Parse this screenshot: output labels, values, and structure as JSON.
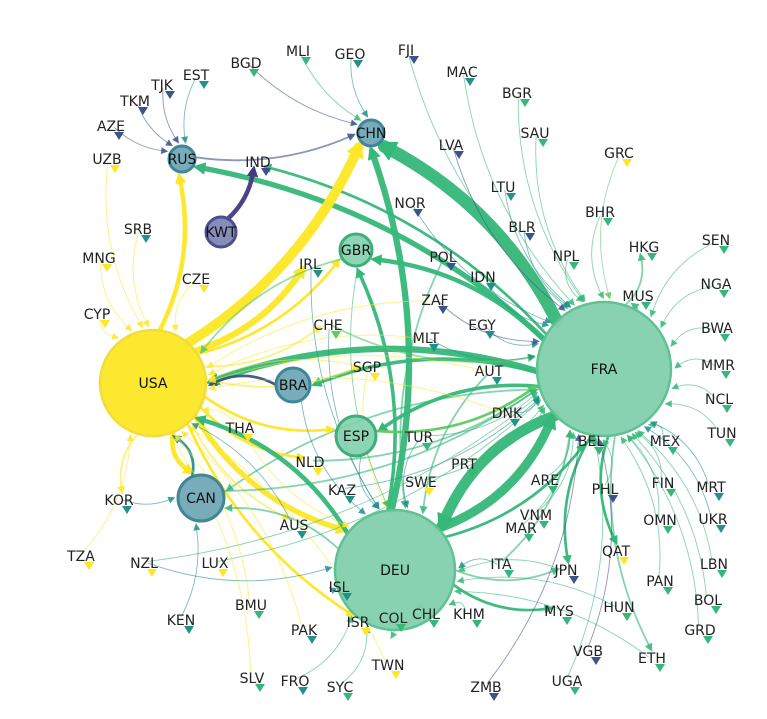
{
  "colors": {
    "usa": "#fde725",
    "fra": "#35b779",
    "fra_fill": "#82d0ad",
    "deu_fill": "#82d0ad",
    "teal": "#21918c",
    "blue": "#3b528b",
    "purple": "#443983",
    "light_green": "#5ec962",
    "node_blue": "#6aa3b4",
    "kwt": "#7b7fb2"
  },
  "nodes": [
    {
      "id": "USA",
      "label": "USA",
      "kind": "big-yellow"
    },
    {
      "id": "FRA",
      "label": "FRA",
      "kind": "big-green"
    },
    {
      "id": "DEU",
      "label": "DEU",
      "kind": "big-green"
    },
    {
      "id": "CAN",
      "label": "CAN",
      "kind": "mid-teal"
    },
    {
      "id": "BRA",
      "label": "BRA",
      "kind": "mid-teal"
    },
    {
      "id": "RUS",
      "label": "RUS",
      "kind": "small-teal"
    },
    {
      "id": "KWT",
      "label": "KWT",
      "kind": "mid-purple"
    },
    {
      "id": "CHN",
      "label": "CHN",
      "kind": "small-teal"
    },
    {
      "id": "GBR",
      "label": "GBR",
      "kind": "small-green"
    },
    {
      "id": "ESP",
      "label": "ESP",
      "kind": "small-green"
    },
    {
      "id": "BGD",
      "label": "BGD"
    },
    {
      "id": "MLI",
      "label": "MLI"
    },
    {
      "id": "GEO",
      "label": "GEO"
    },
    {
      "id": "FJI",
      "label": "FJI"
    },
    {
      "id": "TJK",
      "label": "TJK"
    },
    {
      "id": "EST",
      "label": "EST"
    },
    {
      "id": "TKM",
      "label": "TKM"
    },
    {
      "id": "MAC",
      "label": "MAC"
    },
    {
      "id": "BGR",
      "label": "BGR"
    },
    {
      "id": "AZE",
      "label": "AZE"
    },
    {
      "id": "SAU",
      "label": "SAU"
    },
    {
      "id": "UZB",
      "label": "UZB"
    },
    {
      "id": "IND",
      "label": "IND"
    },
    {
      "id": "LVA",
      "label": "LVA"
    },
    {
      "id": "GRC",
      "label": "GRC"
    },
    {
      "id": "LTU",
      "label": "LTU"
    },
    {
      "id": "NOR",
      "label": "NOR"
    },
    {
      "id": "BHR",
      "label": "BHR"
    },
    {
      "id": "SRB",
      "label": "SRB"
    },
    {
      "id": "BLR",
      "label": "BLR"
    },
    {
      "id": "HKG",
      "label": "HKG"
    },
    {
      "id": "SEN",
      "label": "SEN"
    },
    {
      "id": "MNG",
      "label": "MNG"
    },
    {
      "id": "IRL",
      "label": "IRL"
    },
    {
      "id": "POL",
      "label": "POL"
    },
    {
      "id": "NPL",
      "label": "NPL"
    },
    {
      "id": "IDN",
      "label": "IDN"
    },
    {
      "id": "CZE",
      "label": "CZE"
    },
    {
      "id": "NGA",
      "label": "NGA"
    },
    {
      "id": "MUS",
      "label": "MUS"
    },
    {
      "id": "ZAF",
      "label": "ZAF"
    },
    {
      "id": "CYP",
      "label": "CYP"
    },
    {
      "id": "BWA",
      "label": "BWA"
    },
    {
      "id": "CHE",
      "label": "CHE"
    },
    {
      "id": "EGY",
      "label": "EGY"
    },
    {
      "id": "MLT",
      "label": "MLT"
    },
    {
      "id": "MMR",
      "label": "MMR"
    },
    {
      "id": "SGP",
      "label": "SGP"
    },
    {
      "id": "AUT",
      "label": "AUT"
    },
    {
      "id": "NCL",
      "label": "NCL"
    },
    {
      "id": "DNK",
      "label": "DNK"
    },
    {
      "id": "THA",
      "label": "THA"
    },
    {
      "id": "TUN",
      "label": "TUN"
    },
    {
      "id": "MEX",
      "label": "MEX"
    },
    {
      "id": "TUR",
      "label": "TUR"
    },
    {
      "id": "BEL",
      "label": "BEL"
    },
    {
      "id": "NLD",
      "label": "NLD"
    },
    {
      "id": "PRT",
      "label": "PRT"
    },
    {
      "id": "FIN",
      "label": "FIN"
    },
    {
      "id": "ARE",
      "label": "ARE"
    },
    {
      "id": "KAZ",
      "label": "KAZ"
    },
    {
      "id": "SWE",
      "label": "SWE"
    },
    {
      "id": "KOR",
      "label": "KOR"
    },
    {
      "id": "MRT",
      "label": "MRT"
    },
    {
      "id": "PHL",
      "label": "PHL"
    },
    {
      "id": "VNM",
      "label": "VNM"
    },
    {
      "id": "AUS",
      "label": "AUS"
    },
    {
      "id": "OMN",
      "label": "OMN"
    },
    {
      "id": "UKR",
      "label": "UKR"
    },
    {
      "id": "MAR",
      "label": "MAR"
    },
    {
      "id": "QAT",
      "label": "QAT"
    },
    {
      "id": "TZA",
      "label": "TZA"
    },
    {
      "id": "NZL",
      "label": "NZL"
    },
    {
      "id": "LUX",
      "label": "LUX"
    },
    {
      "id": "ITA",
      "label": "ITA"
    },
    {
      "id": "JPN",
      "label": "JPN"
    },
    {
      "id": "LBN",
      "label": "LBN"
    },
    {
      "id": "PAN",
      "label": "PAN"
    },
    {
      "id": "ISL",
      "label": "ISL"
    },
    {
      "id": "BOL",
      "label": "BOL"
    },
    {
      "id": "BMU",
      "label": "BMU"
    },
    {
      "id": "KEN",
      "label": "KEN"
    },
    {
      "id": "HUN",
      "label": "HUN"
    },
    {
      "id": "MYS",
      "label": "MYS"
    },
    {
      "id": "KHM",
      "label": "KHM"
    },
    {
      "id": "CHL",
      "label": "CHL"
    },
    {
      "id": "COL",
      "label": "COL"
    },
    {
      "id": "ISR",
      "label": "ISR"
    },
    {
      "id": "PAK",
      "label": "PAK"
    },
    {
      "id": "GRD",
      "label": "GRD"
    },
    {
      "id": "VGB",
      "label": "VGB"
    },
    {
      "id": "ETH",
      "label": "ETH"
    },
    {
      "id": "TWN",
      "label": "TWN"
    },
    {
      "id": "SLV",
      "label": "SLV"
    },
    {
      "id": "FRO",
      "label": "FRO"
    },
    {
      "id": "SYC",
      "label": "SYC"
    },
    {
      "id": "ZMB",
      "label": "ZMB"
    },
    {
      "id": "UGA",
      "label": "UGA"
    }
  ],
  "edges": [
    {
      "from": "FRA",
      "to": "CHN",
      "weight": 14,
      "color": "fra"
    },
    {
      "from": "FRA",
      "to": "RUS",
      "weight": 6,
      "color": "fra"
    },
    {
      "from": "FRA",
      "to": "USA",
      "weight": 7,
      "color": "fra"
    },
    {
      "from": "FRA",
      "to": "GBR",
      "weight": 5,
      "color": "fra"
    },
    {
      "from": "FRA",
      "to": "DEU",
      "weight": 12,
      "color": "fra"
    },
    {
      "from": "FRA",
      "to": "IND",
      "weight": 3,
      "color": "fra"
    },
    {
      "from": "FRA",
      "to": "BRA",
      "weight": 4,
      "color": "fra"
    },
    {
      "from": "FRA",
      "to": "ESP",
      "weight": 4,
      "color": "fra"
    },
    {
      "from": "FRA",
      "to": "JPN",
      "weight": 3,
      "color": "fra"
    },
    {
      "from": "FRA",
      "to": "ETH",
      "weight": 2,
      "color": "fra"
    },
    {
      "from": "FRA",
      "to": "MUS",
      "weight": 2,
      "color": "fra"
    },
    {
      "from": "FRA",
      "to": "HKG",
      "weight": 2,
      "color": "fra"
    },
    {
      "from": "FRA",
      "to": "QAT",
      "weight": 3,
      "color": "fra"
    },
    {
      "from": "FRA",
      "to": "CAN",
      "weight": 2,
      "color": "fra"
    },
    {
      "from": "USA",
      "to": "CHN",
      "weight": 11,
      "color": "usa"
    },
    {
      "from": "USA",
      "to": "IRL",
      "weight": 7,
      "color": "usa"
    },
    {
      "from": "USA",
      "to": "RUS",
      "weight": 5,
      "color": "usa"
    },
    {
      "from": "USA",
      "to": "DEU",
      "weight": 6,
      "color": "usa"
    },
    {
      "from": "USA",
      "to": "CAN",
      "weight": 5,
      "color": "usa"
    },
    {
      "from": "USA",
      "to": "GBR",
      "weight": 3,
      "color": "usa"
    },
    {
      "from": "USA",
      "to": "ESP",
      "weight": 3,
      "color": "usa"
    },
    {
      "from": "USA",
      "to": "NLD",
      "weight": 3,
      "color": "usa"
    },
    {
      "from": "USA",
      "to": "ISR",
      "weight": 3,
      "color": "usa"
    },
    {
      "from": "USA",
      "to": "KOR",
      "weight": 2,
      "color": "usa"
    },
    {
      "from": "USA",
      "to": "AUS",
      "weight": 2,
      "color": "usa"
    },
    {
      "from": "USA",
      "to": "CHE",
      "weight": 2,
      "color": "usa"
    },
    {
      "from": "USA",
      "to": "SGP",
      "weight": 2,
      "color": "usa"
    },
    {
      "from": "DEU",
      "to": "FRA",
      "weight": 10,
      "color": "fra"
    },
    {
      "from": "DEU",
      "to": "CHN",
      "weight": 7,
      "color": "fra"
    },
    {
      "from": "DEU",
      "to": "USA",
      "weight": 5,
      "color": "fra"
    },
    {
      "from": "DEU",
      "to": "GBR",
      "weight": 4,
      "color": "fra"
    },
    {
      "from": "DEU",
      "to": "CAN",
      "weight": 2,
      "color": "fra"
    },
    {
      "from": "DEU",
      "to": "BEL",
      "weight": 3,
      "color": "fra"
    },
    {
      "from": "DEU",
      "to": "MYS",
      "weight": 3,
      "color": "fra"
    },
    {
      "from": "DEU",
      "to": "JPN",
      "weight": 2,
      "color": "fra"
    },
    {
      "from": "DEU",
      "to": "CHL",
      "weight": 2,
      "color": "fra"
    },
    {
      "from": "KWT",
      "to": "IND",
      "weight": 5,
      "color": "purple"
    },
    {
      "from": "BRA",
      "to": "USA",
      "weight": 3,
      "color": "blue"
    },
    {
      "from": "CAN",
      "to": "USA",
      "weight": 3,
      "color": "teal"
    },
    {
      "from": "RUS",
      "to": "CHN",
      "weight": 2,
      "color": "blue"
    },
    {
      "from": "ESP",
      "to": "FRA",
      "weight": 3,
      "color": "light_green"
    },
    {
      "from": "GBR",
      "to": "USA",
      "weight": 2,
      "color": "light_green"
    },
    {
      "from": "BEL",
      "to": "FRA",
      "weight": 3,
      "color": "fra"
    },
    {
      "from": "CHE",
      "to": "FRA",
      "weight": 2,
      "color": "light_green"
    },
    {
      "from": "ITA",
      "to": "FRA",
      "weight": 2,
      "color": "fra"
    },
    {
      "from": "NLD",
      "to": "FRA",
      "weight": 2,
      "color": "fra"
    },
    {
      "from": "LUX",
      "to": "FRA",
      "weight": 1,
      "color": "fra"
    },
    {
      "from": "POL",
      "to": "DEU",
      "weight": 2,
      "color": "fra"
    },
    {
      "from": "CAN",
      "to": "FRA",
      "weight": 2,
      "color": "fra"
    },
    {
      "from": "AUT",
      "to": "DEU",
      "weight": 2,
      "color": "fra"
    },
    {
      "from": "NZL",
      "to": "FRA",
      "weight": 1,
      "color": "fra"
    },
    {
      "from": "MAC",
      "to": "FRA",
      "weight": 1,
      "color": "fra"
    },
    {
      "from": "FJI",
      "to": "FRA",
      "weight": 1,
      "color": "fra"
    },
    {
      "from": "BGR",
      "to": "FRA",
      "weight": 1,
      "color": "fra"
    },
    {
      "from": "SAU",
      "to": "FRA",
      "weight": 1,
      "color": "fra"
    },
    {
      "from": "HUN",
      "to": "DEU",
      "weight": 1,
      "color": "fra"
    },
    {
      "from": "KHM",
      "to": "DEU",
      "weight": 1,
      "color": "fra"
    },
    {
      "from": "TWN",
      "to": "USA",
      "weight": 1,
      "color": "usa"
    },
    {
      "from": "UZB",
      "to": "USA",
      "weight": 1,
      "color": "usa"
    },
    {
      "from": "SRB",
      "to": "USA",
      "weight": 1,
      "color": "usa"
    },
    {
      "from": "SGP",
      "to": "USA",
      "weight": 1,
      "color": "usa"
    },
    {
      "from": "THA",
      "to": "USA",
      "weight": 1,
      "color": "usa"
    },
    {
      "from": "BGD",
      "to": "CHN",
      "weight": 1,
      "color": "blue"
    },
    {
      "from": "NOR",
      "to": "FRA",
      "weight": 1,
      "color": "teal"
    },
    {
      "from": "LVA",
      "to": "FRA",
      "weight": 1,
      "color": "blue"
    },
    {
      "from": "TUR",
      "to": "FRA",
      "weight": 1,
      "color": "fra"
    },
    {
      "from": "SWE",
      "to": "FRA",
      "weight": 1,
      "color": "fra"
    },
    {
      "from": "IDN",
      "to": "FRA",
      "weight": 1,
      "color": "teal"
    },
    {
      "from": "MLT",
      "to": "FRA",
      "weight": 1,
      "color": "teal"
    },
    {
      "from": "EGY",
      "to": "FRA",
      "weight": 1,
      "color": "teal"
    },
    {
      "from": "DNK",
      "to": "FRA",
      "weight": 1,
      "color": "teal"
    },
    {
      "from": "PRT",
      "to": "FRA",
      "weight": 1,
      "color": "fra"
    },
    {
      "from": "ARE",
      "to": "FRA",
      "weight": 1,
      "color": "fra"
    },
    {
      "from": "KAZ",
      "to": "FRA",
      "weight": 1,
      "color": "teal"
    },
    {
      "from": "MAR",
      "to": "FRA",
      "weight": 1,
      "color": "fra"
    },
    {
      "from": "ZAF",
      "to": "FRA",
      "weight": 1,
      "color": "blue"
    },
    {
      "from": "PHL",
      "to": "FRA",
      "weight": 1,
      "color": "fra"
    },
    {
      "from": "VNM",
      "to": "FRA",
      "weight": 1,
      "color": "fra"
    },
    {
      "from": "MEX",
      "to": "FRA",
      "weight": 1,
      "color": "fra"
    },
    {
      "from": "FIN",
      "to": "FRA",
      "weight": 1,
      "color": "fra"
    },
    {
      "from": "OMN",
      "to": "FRA",
      "weight": 1,
      "color": "fra"
    },
    {
      "from": "UKR",
      "to": "FRA",
      "weight": 1,
      "color": "teal"
    },
    {
      "from": "LBN",
      "to": "FRA",
      "weight": 1,
      "color": "fra"
    },
    {
      "from": "PAN",
      "to": "FRA",
      "weight": 1,
      "color": "fra"
    },
    {
      "from": "BOL",
      "to": "FRA",
      "weight": 1,
      "color": "fra"
    },
    {
      "from": "GRD",
      "to": "FRA",
      "weight": 1,
      "color": "fra"
    },
    {
      "from": "VGB",
      "to": "FRA",
      "weight": 1,
      "color": "blue"
    },
    {
      "from": "UGA",
      "to": "FRA",
      "weight": 1,
      "color": "fra"
    },
    {
      "from": "ZMB",
      "to": "FRA",
      "weight": 1,
      "color": "blue"
    },
    {
      "from": "MRT",
      "to": "FRA",
      "weight": 1,
      "color": "teal"
    },
    {
      "from": "TUN",
      "to": "FRA",
      "weight": 1,
      "color": "fra"
    },
    {
      "from": "NCL",
      "to": "FRA",
      "weight": 1,
      "color": "fra"
    },
    {
      "from": "MMR",
      "to": "FRA",
      "weight": 1,
      "color": "fra"
    },
    {
      "from": "BWA",
      "to": "FRA",
      "weight": 1,
      "color": "fra"
    },
    {
      "from": "NGA",
      "to": "FRA",
      "weight": 1,
      "color": "fra"
    },
    {
      "from": "SEN",
      "to": "FRA",
      "weight": 1,
      "color": "fra"
    },
    {
      "from": "GRC",
      "to": "FRA",
      "weight": 1,
      "color": "light_green"
    },
    {
      "from": "BHR",
      "to": "FRA",
      "weight": 1,
      "color": "fra"
    },
    {
      "from": "NPL",
      "to": "FRA",
      "weight": 1,
      "color": "fra"
    },
    {
      "from": "BLR",
      "to": "FRA",
      "weight": 1,
      "color": "teal"
    },
    {
      "from": "LTU",
      "to": "FRA",
      "weight": 1,
      "color": "teal"
    },
    {
      "from": "TZA",
      "to": "USA",
      "weight": 1,
      "color": "usa"
    },
    {
      "from": "KEN",
      "to": "CAN",
      "weight": 1,
      "color": "teal"
    },
    {
      "from": "BMU",
      "to": "USA",
      "weight": 1,
      "color": "usa"
    },
    {
      "from": "PAK",
      "to": "USA",
      "weight": 1,
      "color": "usa"
    },
    {
      "from": "SLV",
      "to": "USA",
      "weight": 1,
      "color": "usa"
    },
    {
      "from": "FRO",
      "to": "DEU",
      "weight": 1,
      "color": "fra"
    },
    {
      "from": "SYC",
      "to": "DEU",
      "weight": 1,
      "color": "fra"
    },
    {
      "from": "ISL",
      "to": "DEU",
      "weight": 1,
      "color": "teal"
    },
    {
      "from": "COL",
      "to": "DEU",
      "weight": 1,
      "color": "fra"
    },
    {
      "from": "ETH",
      "to": "DEU",
      "weight": 1,
      "color": "fra"
    },
    {
      "from": "MNG",
      "to": "USA",
      "weight": 1,
      "color": "usa"
    },
    {
      "from": "CYP",
      "to": "USA",
      "weight": 1,
      "color": "usa"
    },
    {
      "from": "CZE",
      "to": "USA",
      "weight": 1,
      "color": "usa"
    },
    {
      "from": "TKM",
      "to": "RUS",
      "weight": 1,
      "color": "blue"
    },
    {
      "from": "AZE",
      "to": "RUS",
      "weight": 1,
      "color": "blue"
    },
    {
      "from": "TJK",
      "to": "RUS",
      "weight": 1,
      "color": "blue"
    },
    {
      "from": "EST",
      "to": "RUS",
      "weight": 1,
      "color": "teal"
    },
    {
      "from": "GEO",
      "to": "CHN",
      "weight": 1,
      "color": "teal"
    },
    {
      "from": "MLI",
      "to": "CHN",
      "weight": 1,
      "color": "fra"
    },
    {
      "from": "AUS",
      "to": "USA",
      "weight": 1,
      "color": "teal"
    },
    {
      "from": "KOR",
      "to": "CAN",
      "weight": 1,
      "color": "teal"
    },
    {
      "from": "NZL",
      "to": "DEU",
      "weight": 1,
      "color": "teal"
    },
    {
      "from": "JPN",
      "to": "DEU",
      "weight": 1,
      "color": "fra"
    },
    {
      "from": "ITA",
      "to": "DEU",
      "weight": 1,
      "color": "teal"
    },
    {
      "from": "TUR",
      "to": "DEU",
      "weight": 1,
      "color": "teal"
    },
    {
      "from": "ESP",
      "to": "DEU",
      "weight": 1,
      "color": "teal"
    },
    {
      "from": "SGP",
      "to": "DEU",
      "weight": 1,
      "color": "usa"
    },
    {
      "from": "BRA",
      "to": "DEU",
      "weight": 1,
      "color": "teal"
    },
    {
      "from": "CHE",
      "to": "DEU",
      "weight": 1,
      "color": "teal"
    },
    {
      "from": "GBR",
      "to": "DEU",
      "weight": 1,
      "color": "fra"
    },
    {
      "from": "IRL",
      "to": "DEU",
      "weight": 1,
      "color": "teal"
    },
    {
      "from": "THA",
      "to": "DEU",
      "weight": 1,
      "color": "usa"
    },
    {
      "from": "MLT",
      "to": "USA",
      "weight": 1,
      "color": "usa"
    },
    {
      "from": "AUT",
      "to": "USA",
      "weight": 1,
      "color": "usa"
    },
    {
      "from": "DNK",
      "to": "USA",
      "weight": 1,
      "color": "usa"
    },
    {
      "from": "ZAF",
      "to": "USA",
      "weight": 1,
      "color": "usa"
    }
  ]
}
